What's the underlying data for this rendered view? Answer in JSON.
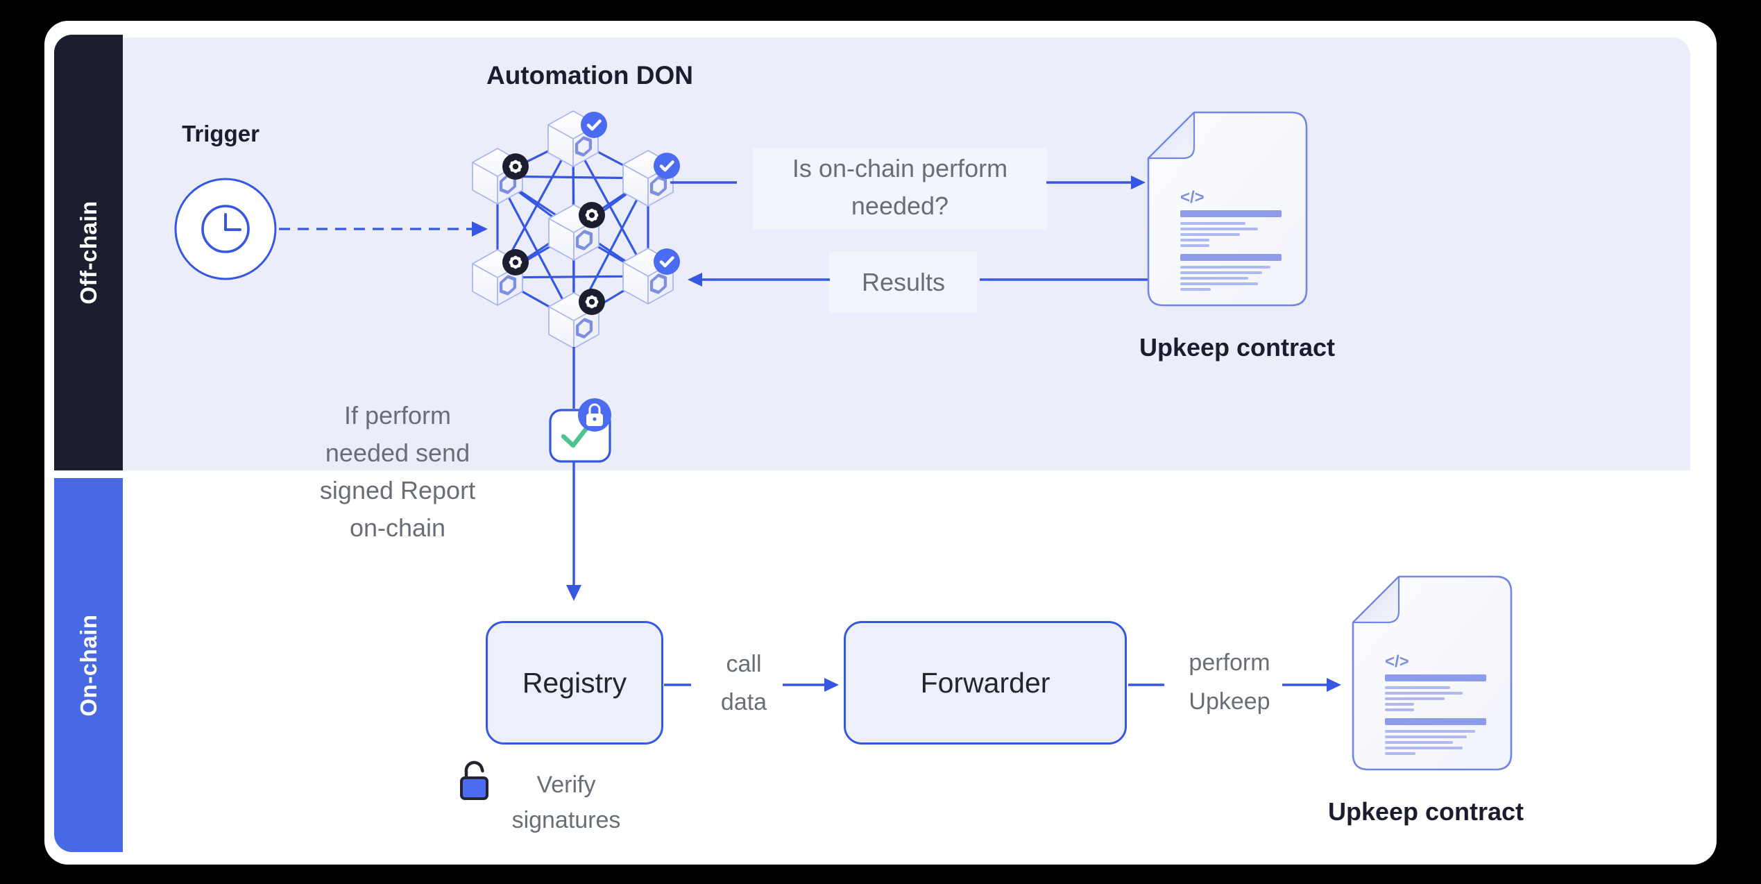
{
  "colors": {
    "bg": "#000000",
    "card": "#ffffff",
    "lavender": "#EBEEFA",
    "dark": "#1C1D2F",
    "dark_text": "#1B1C2E",
    "box_text": "#23242E",
    "accent": "#3557E2",
    "sidebar_blue": "#4969E4",
    "badge_blue": "#4B6CF0",
    "box_fill": "#EDF0FB",
    "doc_border": "#7385E4",
    "doc_bar": "#8C9CE8",
    "doc_line": "#AEB9F0",
    "gray_text": "#696D76",
    "green": "#4EC390",
    "cube_edge": "#A9B6EF",
    "logo": "#7E8FE2",
    "plate": "rgba(255,255,255,0.40)"
  },
  "sidebar": {
    "off_chain": "Off-chain",
    "on_chain": "On-chain"
  },
  "trigger": {
    "label": "Trigger"
  },
  "don": {
    "title": "Automation DON"
  },
  "labels": {
    "question_line1": "Is on-chain perform",
    "question_line2": "needed?",
    "results": "Results",
    "report_line1": "If perform",
    "report_line2": "needed send",
    "report_line3": "signed Report",
    "report_line4": "on-chain",
    "call_line1": "call",
    "call_line2": "data",
    "perform_line1": "perform",
    "perform_line2": "Upkeep",
    "verify_line1": "Verify",
    "verify_line2": "signatures",
    "registry": "Registry",
    "forwarder": "Forwarder",
    "upkeep_top": "Upkeep contract",
    "upkeep_bottom": "Upkeep contract",
    "code_glyph": "</>"
  }
}
